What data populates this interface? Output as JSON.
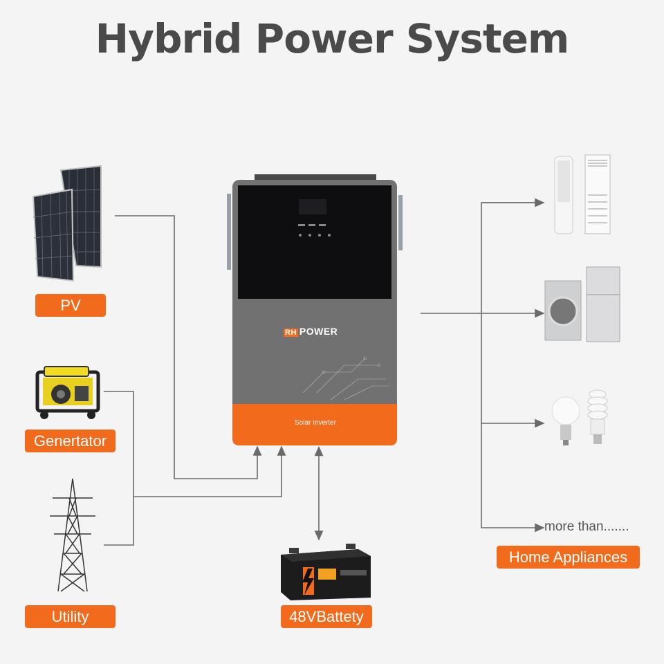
{
  "title": "Hybrid Power System",
  "inverter": {
    "brand": "POWER",
    "brand_mark": "RH",
    "product_label": "Solar Inverter"
  },
  "sources": {
    "pv": "PV",
    "generator": "Genertator",
    "utility": "Utility"
  },
  "battery": {
    "label": "48VBattety"
  },
  "appliances": {
    "label": "Home Appliances",
    "more_text": "more than......."
  },
  "colors": {
    "accent": "#f26b1d",
    "wire": "#6a6a6a",
    "title": "#4a4a4a",
    "inverter_body": "#707070"
  }
}
